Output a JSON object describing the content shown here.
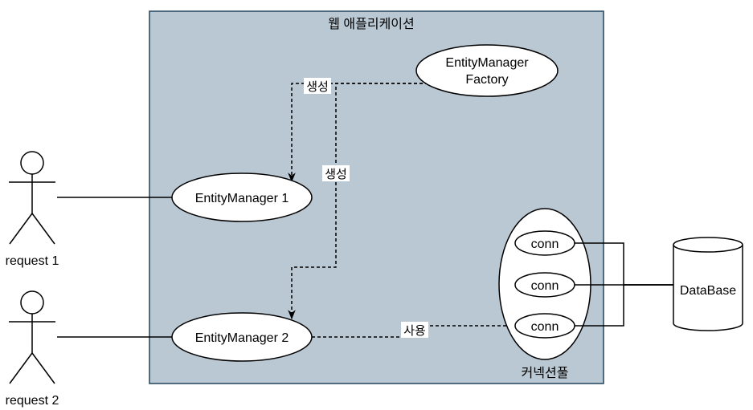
{
  "container": {
    "label": "웹 애플리케이션",
    "fill": "#bac8d3",
    "stroke": "#23445d"
  },
  "factory": {
    "line1": "EntityManager",
    "line2": "Factory"
  },
  "entity_manager_1": {
    "label": "EntityManager 1"
  },
  "entity_manager_2": {
    "label": "EntityManager 2"
  },
  "edges": {
    "create_1": "생성",
    "create_2": "생성",
    "use": "사용"
  },
  "connection_pool": {
    "label": "커넥션풀",
    "conns": [
      "conn",
      "conn",
      "conn"
    ]
  },
  "database": {
    "label": "DataBase"
  },
  "actors": [
    "request 1",
    "request 2"
  ]
}
